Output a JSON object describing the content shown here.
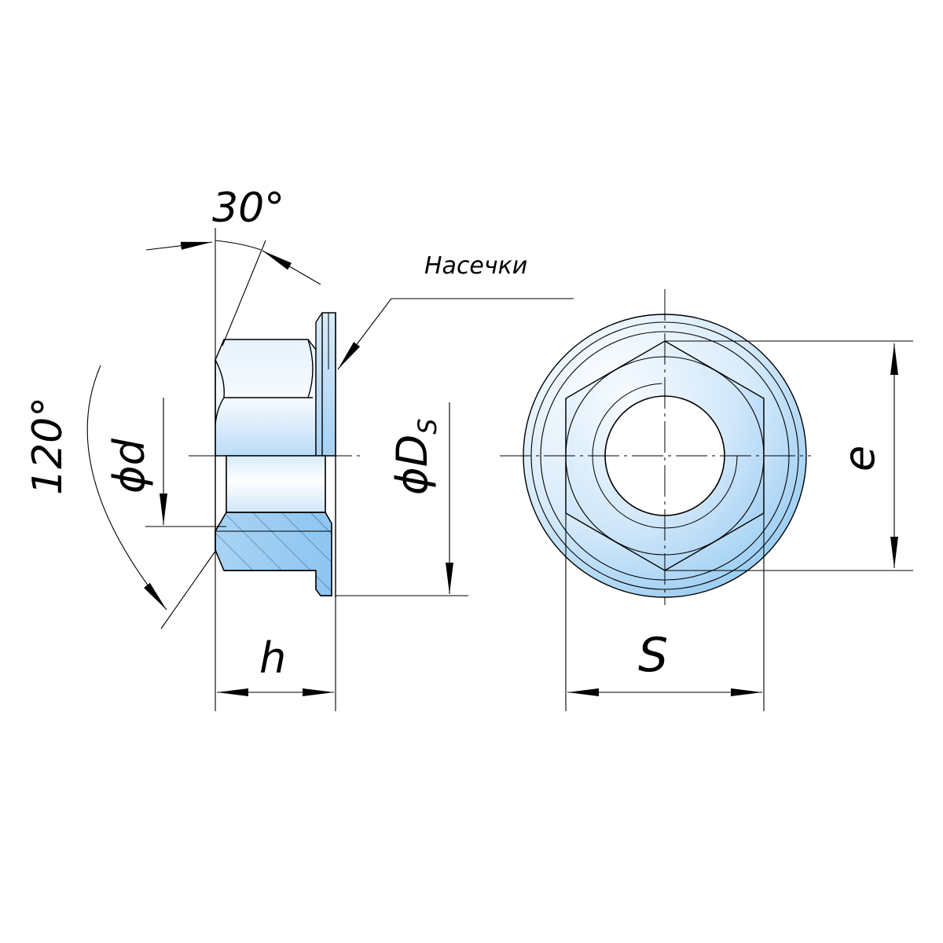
{
  "labels": {
    "angle_top": "30°",
    "angle_left": "120°",
    "knurl_note": "Насечки",
    "bore_diameter": "ϕd",
    "flange_diameter_main": "ϕD",
    "flange_diameter_sub": "S",
    "height": "h",
    "across_flats": "S",
    "across_corners": "e"
  },
  "colors": {
    "fill_light": "#e8f3fd",
    "fill_mid": "#b4d9f7",
    "fill_dark": "#7cbcee",
    "stroke": "#000000"
  }
}
